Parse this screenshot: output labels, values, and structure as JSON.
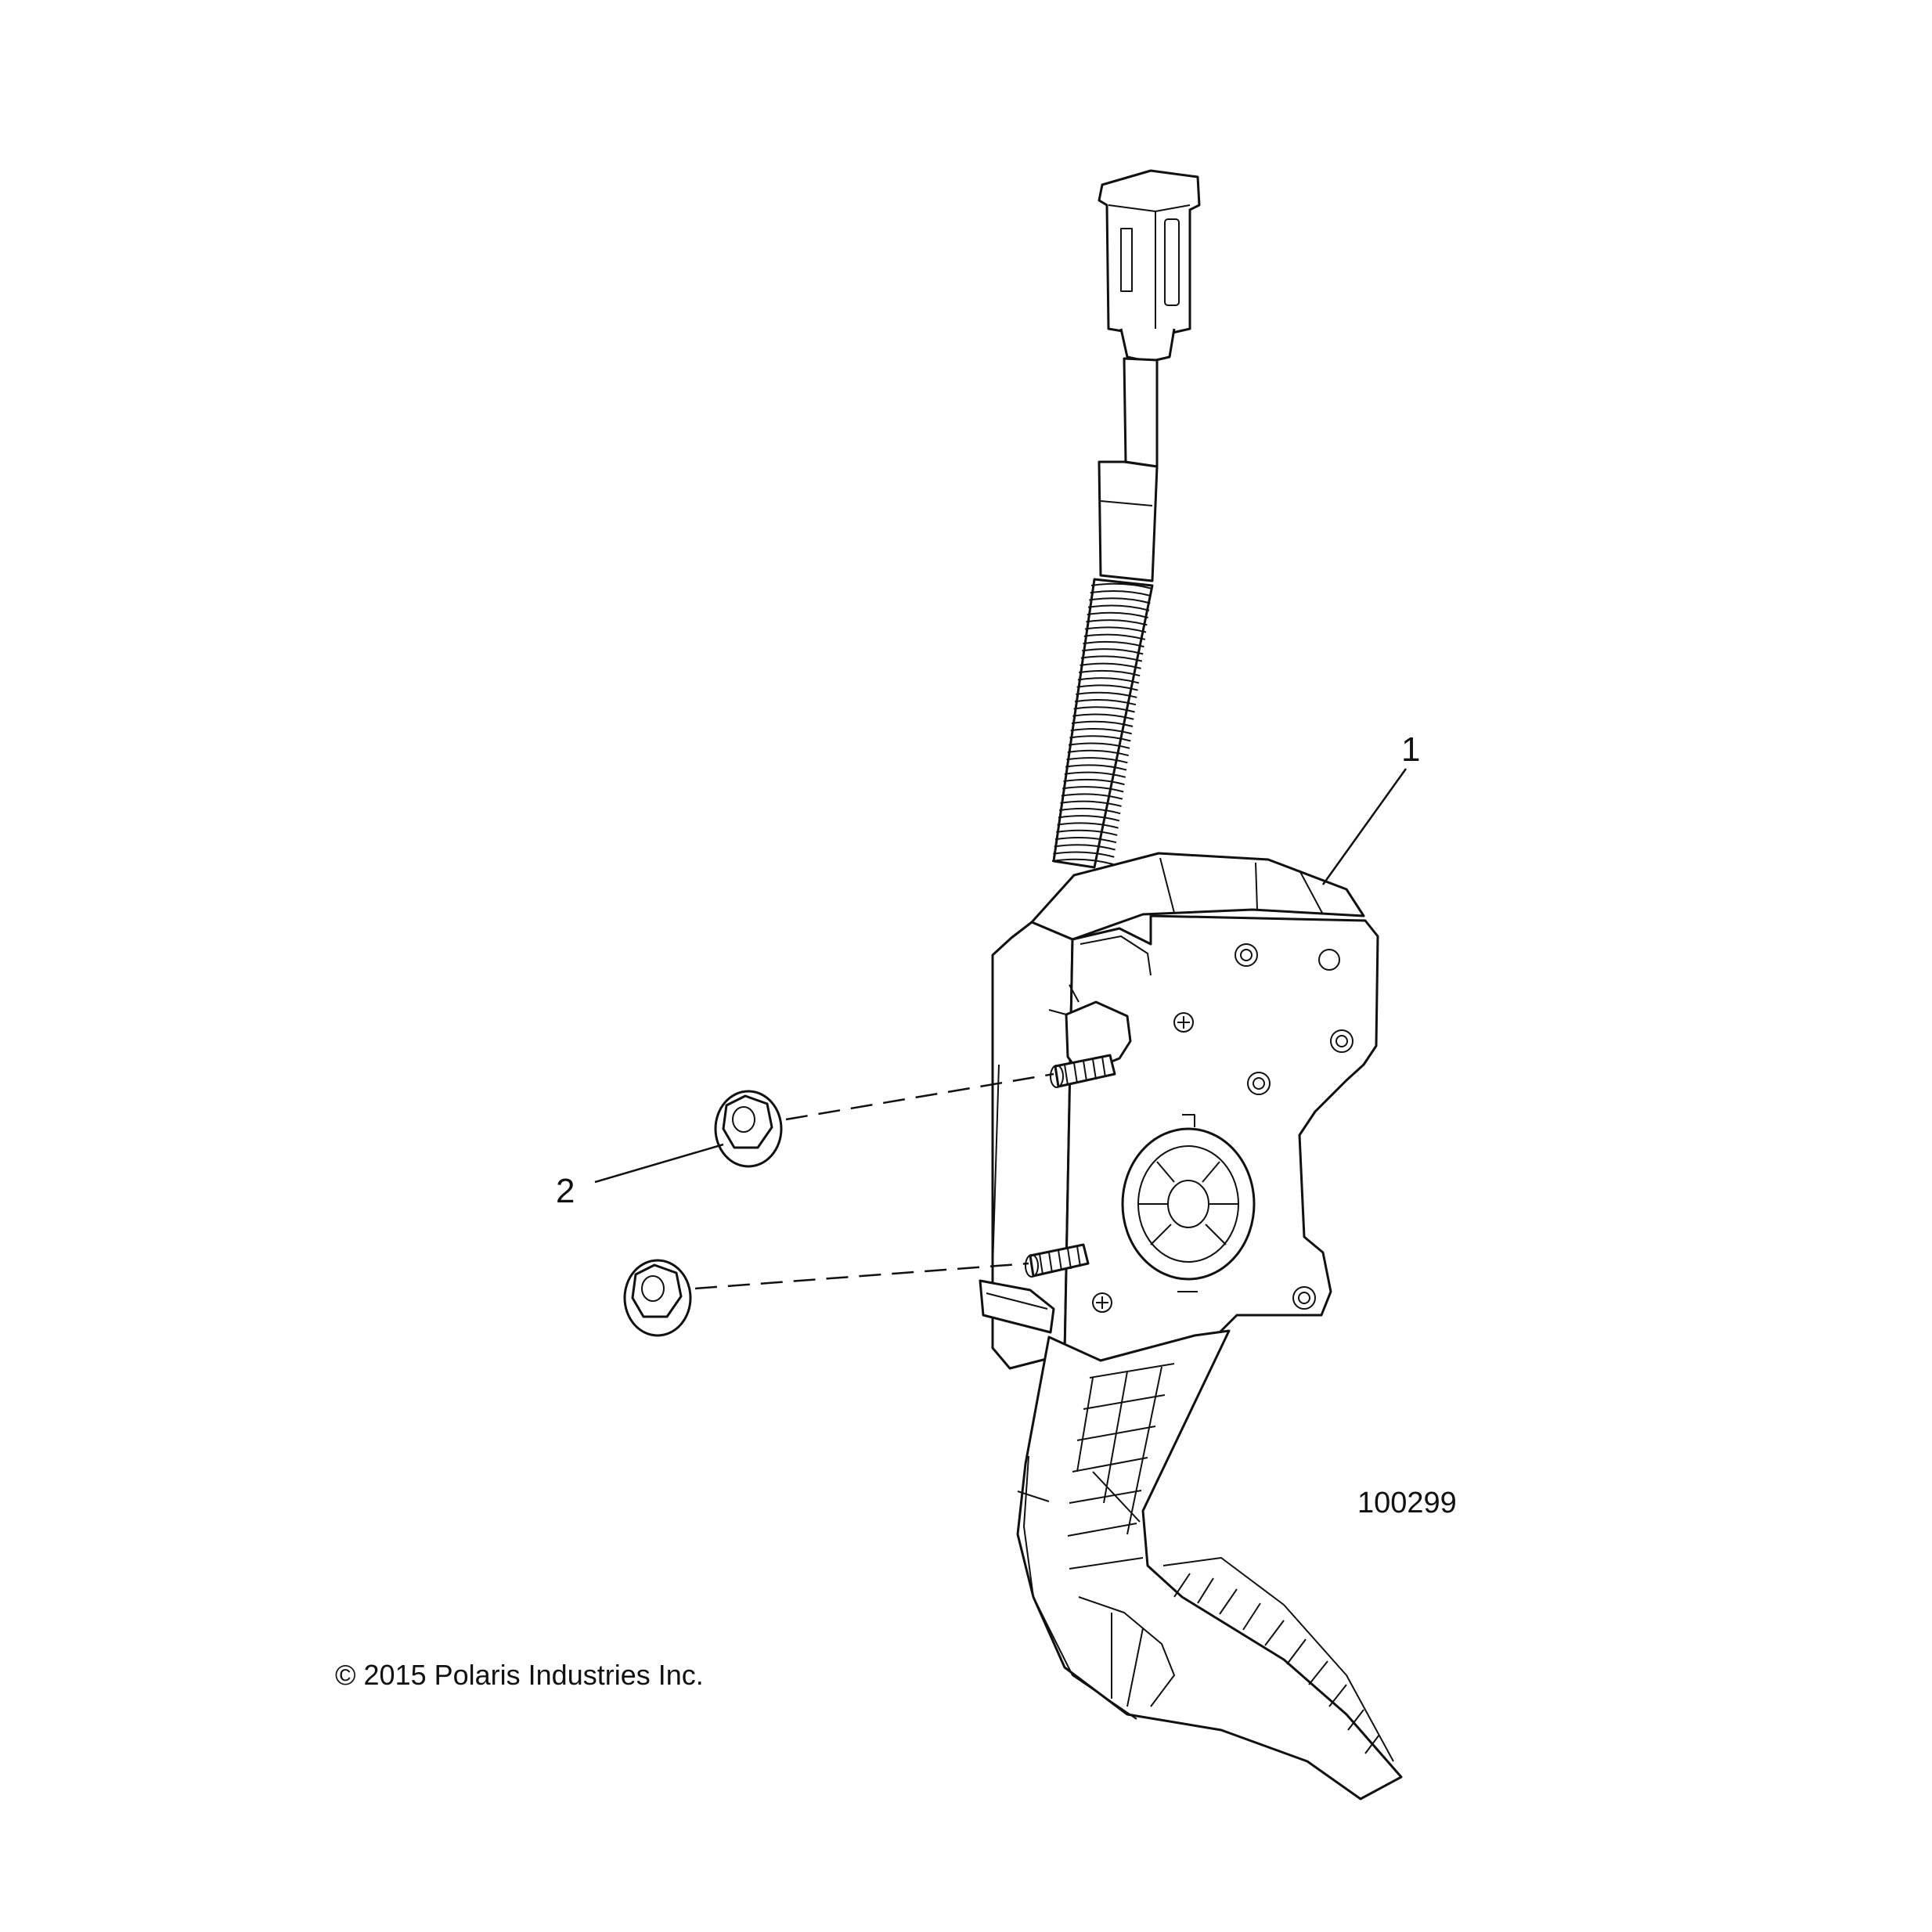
{
  "diagram": {
    "callouts": [
      {
        "number": "1"
      },
      {
        "number": "2"
      }
    ],
    "figure_id": "100299",
    "copyright": "© 2015 Polaris Industries Inc."
  }
}
